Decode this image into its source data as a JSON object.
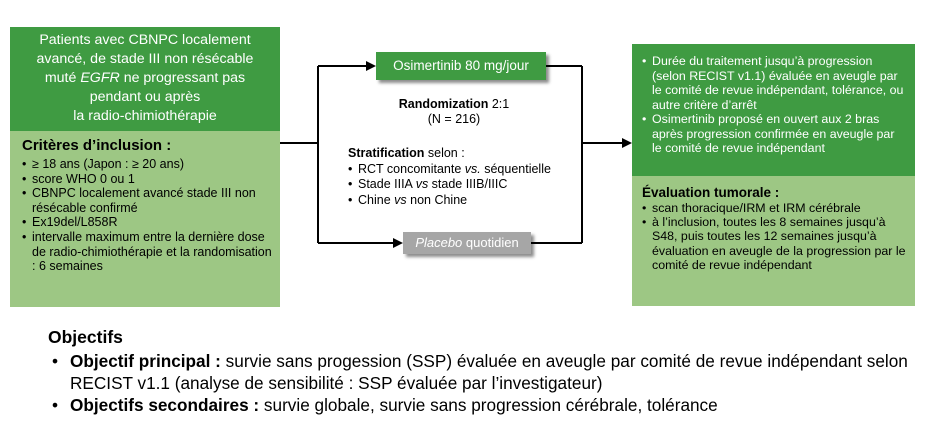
{
  "patients": {
    "line1": "Patients avec CBNPC localement",
    "line2": "avancé, de stade III non résécable",
    "line3_pre": "muté ",
    "line3_gene": "EGFR",
    "line3_post": " ne progressant pas",
    "line4": "pendant ou après",
    "line5": "la radio-chimiothérapie"
  },
  "criteria": {
    "title": "Critères d’inclusion :",
    "items": [
      "≥ 18 ans (Japon : ≥ 20 ans)",
      "score WHO 0 ou 1",
      "CBNPC localement avancé stade III non résécable confirmé",
      "Ex19del/L858R",
      "intervalle maximum entre la dernière dose de radio-chimiothérapie et la randomisation : 6 semaines"
    ]
  },
  "arms": {
    "treatment": "Osimertinib 80 mg/jour",
    "placebo_word": "Placebo",
    "placebo_rest": " quotidien"
  },
  "randomization": {
    "label": "Randomization",
    "ratio": " 2:1",
    "n": "(N = 216)"
  },
  "stratification": {
    "label": "Stratification",
    "suffix": " selon :",
    "items": [
      {
        "a": "RCT concomitante ",
        "vs": "vs.",
        "b": " séquentielle"
      },
      {
        "a": "Stade IIIA ",
        "vs": "vs",
        "b": " stade IIIB/IIIC"
      },
      {
        "a": "Chine ",
        "vs": "vs",
        "b": " non Chine"
      }
    ]
  },
  "treatment_outcome": {
    "items": [
      "Durée du traitement jusqu’à progression (selon RECIST v1.1) évaluée en aveugle par le comité de revue indépendant, tolérance, ou autre critère d’arrêt",
      "Osimertinib proposé en ouvert aux 2 bras après progression confirmée en aveugle par le comité de revue indépendant"
    ]
  },
  "evaluation": {
    "title": "Évaluation tumorale :",
    "items": [
      "scan thoracique/IRM et IRM cérébrale",
      "à l’inclusion, toutes les 8 semaines jusqu’à S48, puis toutes les 12 semaines jusqu’à évaluation en aveugle de la progression par le comité de revue indépendant"
    ]
  },
  "objectives": {
    "title": "Objectifs",
    "primary_label": "Objectif principal :",
    "primary_text": " survie sans progession (SSP) évaluée en aveugle par comité de revue indépendant  selon RECIST v1.1 (analyse de sensibilité : SSP évaluée par l’investigateur)",
    "secondary_label": "Objectifs secondaires :",
    "secondary_text": " survie globale, survie sans progression cérébrale, tolérance"
  },
  "colors": {
    "dark_green": "#3f9b42",
    "light_green": "#9dc784",
    "placebo_grey": "#a6a6a6"
  }
}
